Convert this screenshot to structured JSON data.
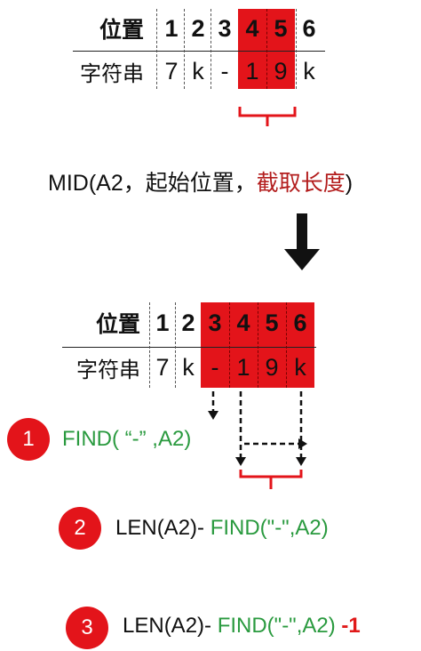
{
  "table_top": {
    "header_label": "位置",
    "row_label": "字符串",
    "positions": [
      "1",
      "2",
      "3",
      "4",
      "5",
      "6"
    ],
    "chars": [
      "7",
      "k",
      "-",
      "1",
      "9",
      "k"
    ]
  },
  "mid_formula": {
    "prefix": "MID(A2，起始位置，",
    "highlight": "截取长度",
    "suffix": ")"
  },
  "table_bottom": {
    "header_label": "位置",
    "row_label": "字符串",
    "positions": [
      "1",
      "2",
      "3",
      "4",
      "5",
      "6"
    ],
    "chars": [
      "7",
      "k",
      "-",
      "1",
      "9",
      "k"
    ]
  },
  "steps": [
    {
      "number": "1",
      "text_green": "FIND( “-” ,A2)"
    },
    {
      "number": "2",
      "text_black": "LEN(A2)- ",
      "text_green": "FIND(\"-\",A2)"
    },
    {
      "number": "3",
      "text_black": "LEN(A2)- ",
      "text_green": "FIND(\"-\",A2) ",
      "text_red": "-1"
    }
  ],
  "colors": {
    "highlight_red": "#e3141a",
    "green": "#2a9a3f",
    "dark_red": "#b31d1d"
  }
}
